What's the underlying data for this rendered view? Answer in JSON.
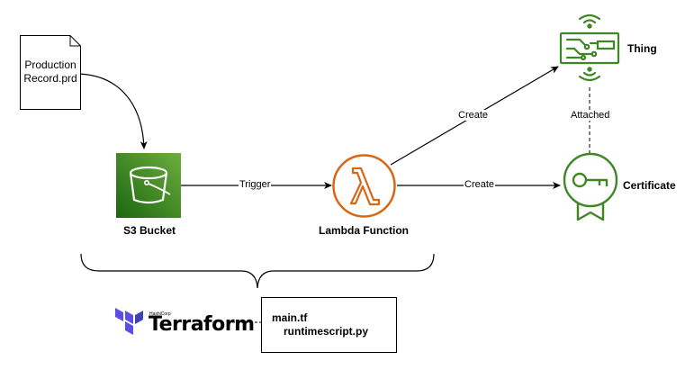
{
  "nodes": {
    "production_record": {
      "label_line1": "Production",
      "label_line2": "Record.prd"
    },
    "s3_bucket": {
      "label": "S3 Bucket"
    },
    "lambda": {
      "label": "Lambda Function"
    },
    "thing": {
      "label": "Thing"
    },
    "certificate": {
      "label": "Certificate"
    }
  },
  "edges": {
    "trigger": "Trigger",
    "create_thing": "Create",
    "create_cert": "Create",
    "attached": "Attached"
  },
  "terraform": {
    "brand_small": "HashiCorp",
    "wordmark": "Terraform",
    "files": [
      "main.tf",
      "runtimescript.py"
    ]
  },
  "colors": {
    "s3_green": "#3f8624",
    "lambda_orange": "#d86613",
    "iot_green": "#3f8624",
    "terraform_purple": "#5c4ee5"
  },
  "icons": {
    "s3": "s3-bucket-icon",
    "lambda": "lambda-icon",
    "thing": "iot-thing-icon",
    "certificate": "iot-certificate-icon",
    "terraform": "terraform-logo-icon",
    "document": "document-icon"
  }
}
